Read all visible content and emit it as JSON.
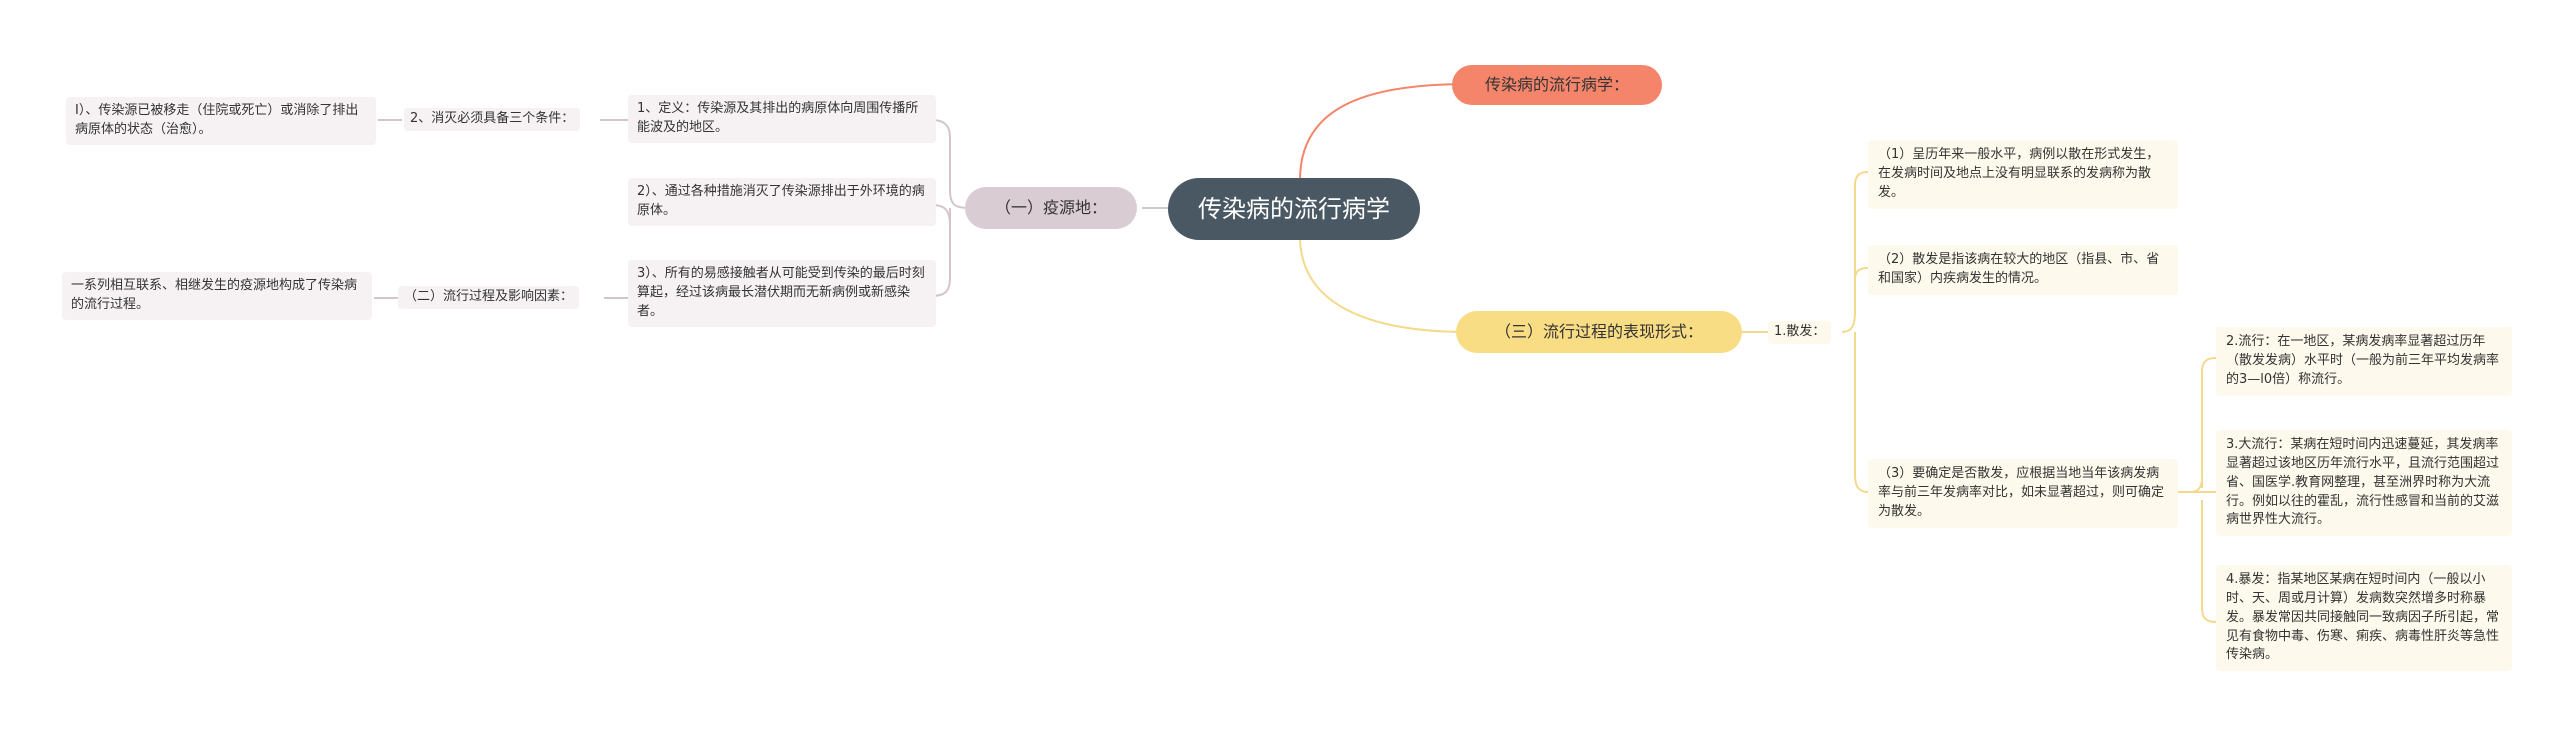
{
  "root": {
    "label": "传染病的流行病学"
  },
  "branch_top": {
    "label": "传染病的流行病学："
  },
  "branch_left": {
    "label": "（一）疫源地：",
    "sub1": {
      "label": "2、消灭必须具备三个条件：",
      "detail": "I）、传染源已被移走（住院或死亡）或消除了排出病原体的状态（治愈）。"
    },
    "sub2": {
      "label": "（二）流行过程及影响因素：",
      "detail": "一系列相互联系、相继发生的疫源地构成了传染病的流行过程。"
    },
    "items": [
      "1、定义：传染源及其排出的病原体向周围传播所能波及的地区。",
      "2）、通过各种措施消灭了传染源排出于外环境的病原体。",
      "3）、所有的易感接触者从可能受到传染的最后时刻算起，经过该病最长潜伏期而无新病例或新感染者。"
    ]
  },
  "branch_right": {
    "label": "（三）流行过程的表现形式：",
    "sub": {
      "label": "1.散发："
    },
    "items": [
      "（1）呈历年来一般水平，病例以散在形式发生，在发病时间及地点上没有明显联系的发病称为散发。",
      "（2）散发是指该病在较大的地区（指县、市、省和国家）内疾病发生的情况。",
      "（3）要确定是否散发，应根据当地当年该病发病率与前三年发病率对比，如未显著超过，则可确定为散发。"
    ],
    "deep": [
      "2.流行：在一地区，某病发病率显著超过历年（散发发病）水平时（一般为前三年平均发病率的3—l0倍）称流行。",
      "3.大流行：某病在短时间内迅速蔓延，其发病率显著超过该地区历年流行水平，且流行范围超过省、国医学.教育网整理，甚至洲界时称为大流行。例如以往的霍乱，流行性感冒和当前的艾滋病世界性大流行。",
      "4.暴发：指某地区某病在短时间内（一般以小时、天、周或月计算）发病数突然增多时称暴发。暴发常因共同接触同一致病因子所引起，常见有食物中毒、伤寒、痢疾、病毒性肝炎等急性传染病。"
    ]
  },
  "colors": {
    "root": "#4a5863",
    "top": "#f4856a",
    "left": "#d9ccd3",
    "right": "#f8dd85",
    "line_top": "#f4856a",
    "line_left": "#d4c5cd",
    "line_right": "#f5d98a"
  }
}
